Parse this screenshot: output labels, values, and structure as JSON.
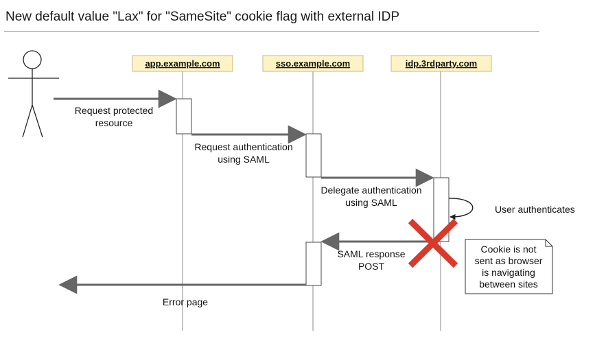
{
  "title": "New default value \"Lax\" for \"SameSite\" cookie flag with external IDP",
  "participants": [
    {
      "id": "app",
      "label": "app.example.com"
    },
    {
      "id": "sso",
      "label": "sso.example.com"
    },
    {
      "id": "idp",
      "label": "idp.3rdparty.com"
    }
  ],
  "messages": [
    {
      "id": "m1",
      "lines": [
        "Request protected",
        "resource"
      ]
    },
    {
      "id": "m2",
      "lines": [
        "Request authentication",
        "using SAML"
      ]
    },
    {
      "id": "m3",
      "lines": [
        "Delegate authentication",
        "using SAML"
      ]
    },
    {
      "id": "m4",
      "lines": [
        "User authenticates"
      ]
    },
    {
      "id": "m5",
      "lines": [
        "SAML response",
        "POST"
      ]
    },
    {
      "id": "m6",
      "lines": [
        "Error page"
      ]
    }
  ],
  "note": {
    "lines": [
      "Cookie is not",
      "sent as browser",
      "is navigating",
      "between sites"
    ]
  },
  "colors": {
    "participant_fill": "#fdf3c4",
    "participant_border": "#c9b98a",
    "line": "#666666",
    "lifeline": "#b0b0b0",
    "cross": "#d9392b"
  }
}
